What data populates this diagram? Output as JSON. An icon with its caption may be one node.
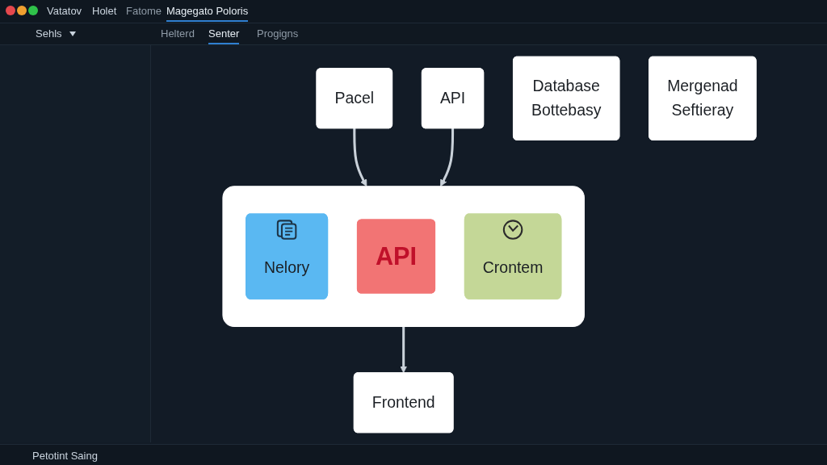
{
  "diagram": {
    "nodes": [
      {
        "text": [
          "Pacel"
        ]
      },
      {
        "text": [
          "API"
        ]
      },
      {
        "text": [],
        "shape": "box"
      },
      {
        "text": [
          "Database",
          "Bottebasy"
        ]
      },
      {
        "text": [
          "Nelory"
        ],
        "in": 2
      },
      {
        "text": [
          "API"
        ],
        "in": 2
      },
      {
        "text": [
          "Crontem"
        ],
        "in": 2
      },
      {
        "text": [
          "Mergenad",
          "Seftieray"
        ]
      },
      {
        "text": [
          "Frontend"
        ]
      }
    ],
    "edges": [
      {
        "from": 0,
        "to": 2,
        "arrow": "to"
      },
      {
        "from": 1,
        "to": 2,
        "arrow": "to"
      },
      {
        "from": 2,
        "to": 8,
        "arrow": "to"
      }
    ],
    "labels": [
      "Vatatov",
      "Holet",
      "Fatome",
      "Magegato Poloris",
      "Sehls",
      "Helterd",
      "Senter",
      "Progigns",
      "Petotint Saing"
    ]
  }
}
